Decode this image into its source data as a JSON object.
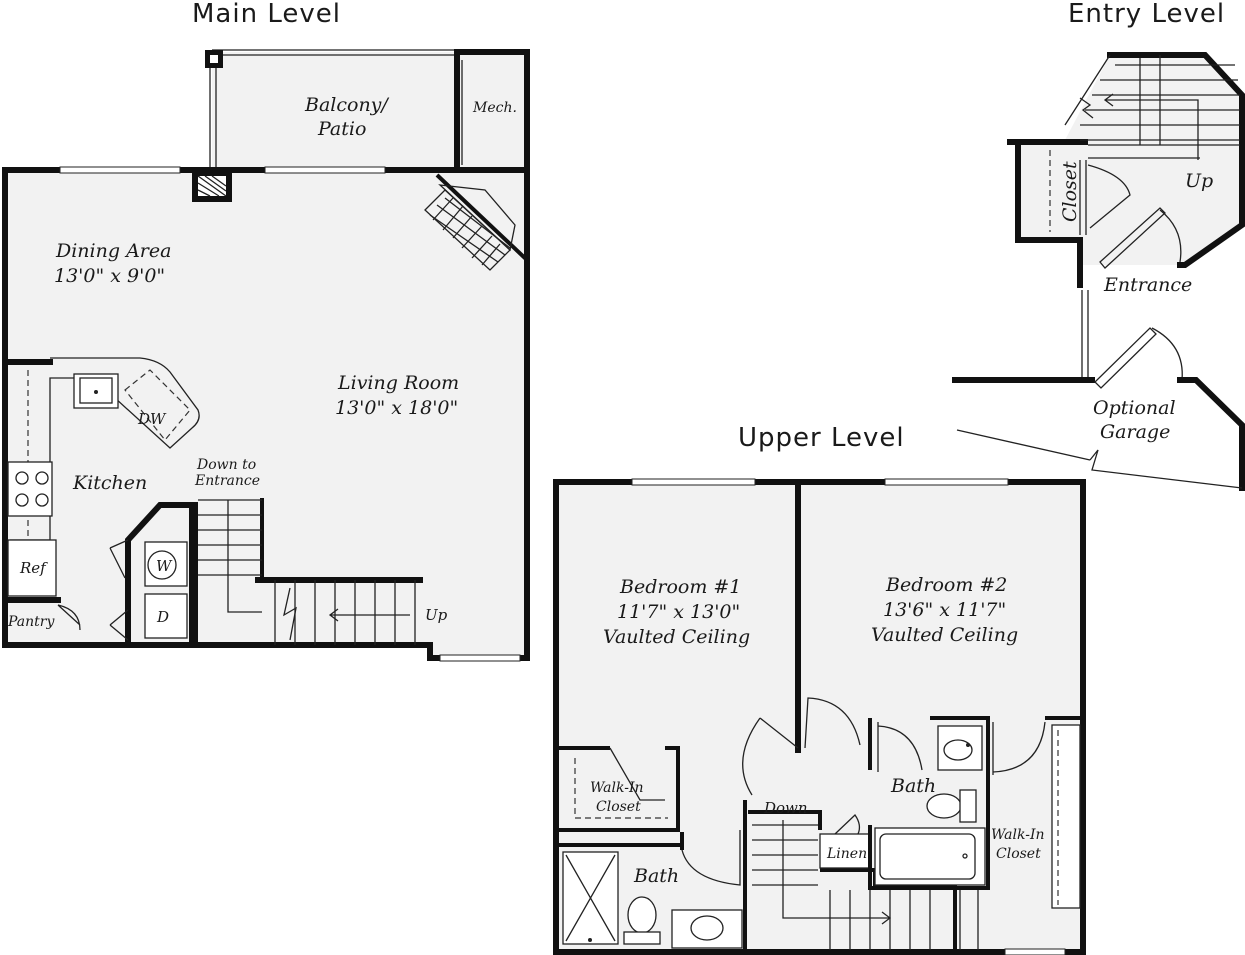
{
  "headings": {
    "main": "Main Level",
    "entry": "Entry Level",
    "upper": "Upper Level"
  },
  "main_level": {
    "balcony_line1": "Balcony/",
    "balcony_line2": "Patio",
    "mech": "Mech.",
    "dining_name": "Dining Area",
    "dining_dims": "13'0\" x 9'0\"",
    "living_name": "Living Room",
    "living_dims": "13'0\" x 18'0\"",
    "dw": "DW",
    "kitchen": "Kitchen",
    "ref": "Ref",
    "pantry": "Pantry",
    "washer": "W",
    "dryer": "D",
    "down_line1": "Down to",
    "down_line2": "Entrance",
    "up": "Up"
  },
  "entry_level": {
    "closet": "Closet",
    "up": "Up",
    "entrance": "Entrance",
    "garage_line1": "Optional",
    "garage_line2": "Garage"
  },
  "upper_level": {
    "bed1_name": "Bedroom #1",
    "bed1_dims": "11'7\" x 13'0\"",
    "bed1_ceiling": "Vaulted Ceiling",
    "bed2_name": "Bedroom #2",
    "bed2_dims": "13'6\" x 11'7\"",
    "bed2_ceiling": "Vaulted Ceiling",
    "walkin1_line1": "Walk-In",
    "walkin1_line2": "Closet",
    "walkin2_line1": "Walk-In",
    "walkin2_line2": "Closet",
    "bath1": "Bath",
    "bath2": "Bath",
    "down": "Down",
    "linen": "Linen"
  }
}
